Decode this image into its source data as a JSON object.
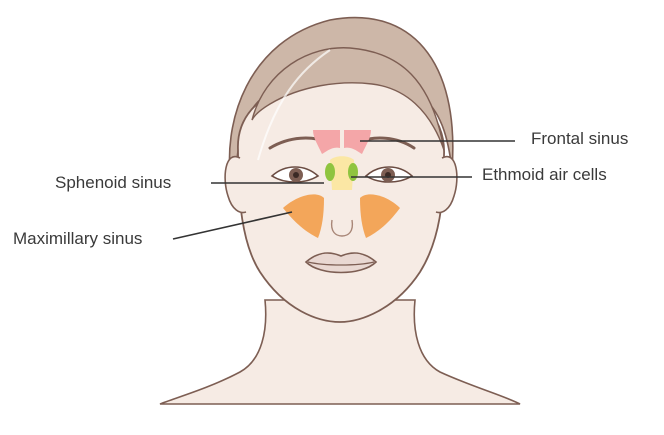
{
  "labels": {
    "frontal": "Frontal sinus",
    "ethmoid": "Ethmoid air cells",
    "sphenoid": "Sphenoid sinus",
    "maxillary": "Maximillary sinus"
  },
  "colors": {
    "skin": "#f6ebe4",
    "hair": "#cdb7a8",
    "outline": "#7d5e53",
    "frontal_sinus": "#f4a6a8",
    "ethmoid_cells": "#8fc43f",
    "sphenoid_sinus": "#fbe7a4",
    "maxillary_sinus": "#f3a65a",
    "lips": "#e9d8d2",
    "leader_line": "#333333"
  }
}
